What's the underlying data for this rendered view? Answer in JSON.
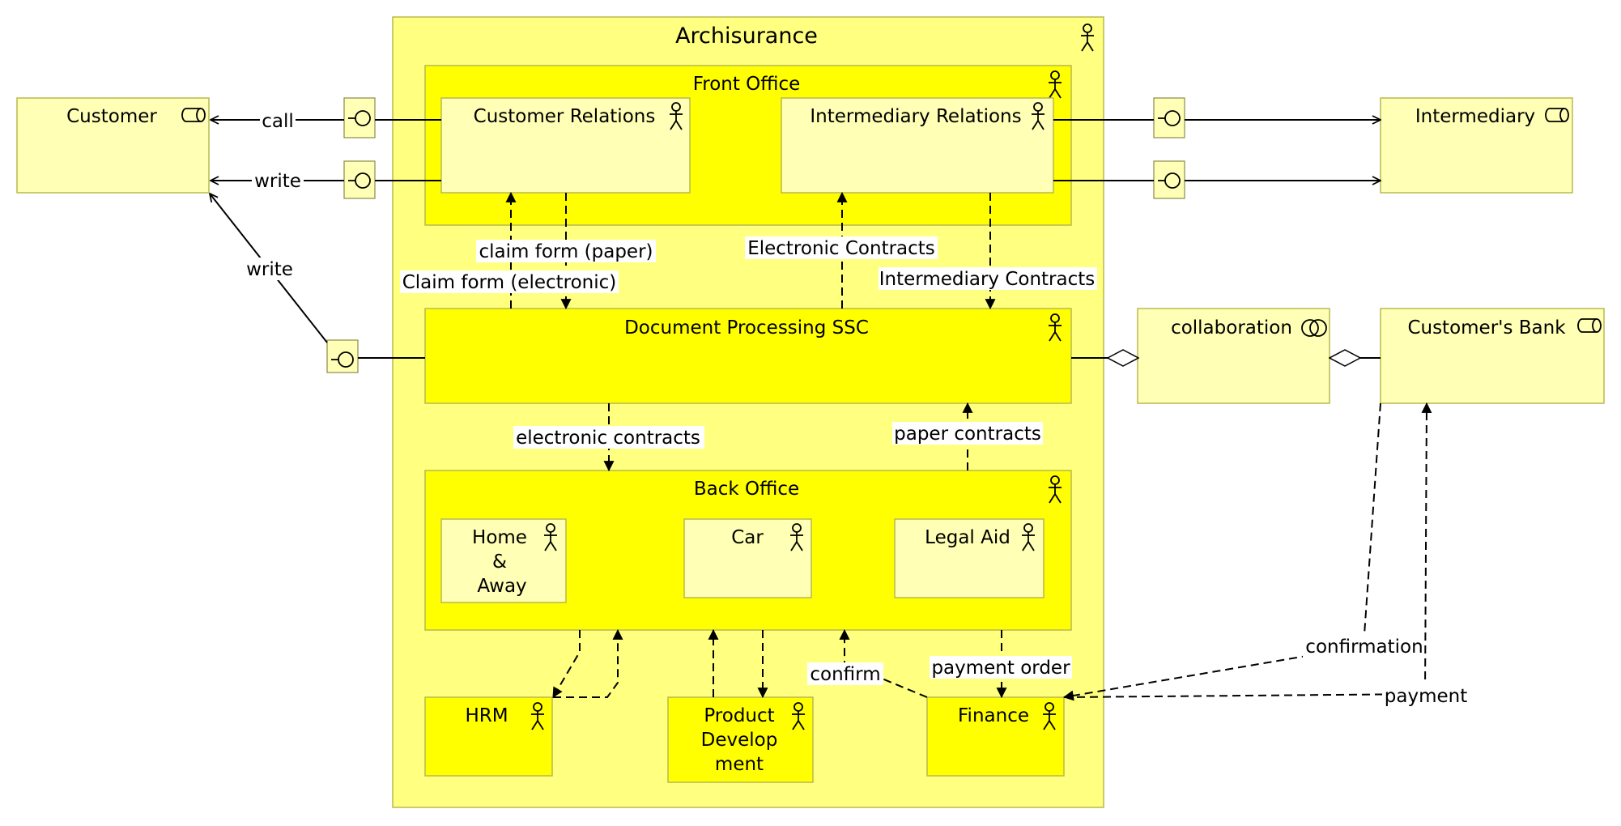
{
  "diagram": {
    "container_title": "Archisurance",
    "front_office": "Front Office",
    "customer_relations": "Customer Relations",
    "intermediary_relations": "Intermediary Relations",
    "document_processing": "Document Processing SSC",
    "back_office": "Back Office",
    "home_away": [
      "Home",
      "&",
      "Away"
    ],
    "car": "Car",
    "legal_aid": "Legal Aid",
    "hrm": "HRM",
    "product_development": [
      "Product",
      "Develop",
      "ment"
    ],
    "finance": "Finance",
    "customer": "Customer",
    "intermediary": "Intermediary",
    "collaboration": "collaboration",
    "customers_bank": "Customer's Bank"
  },
  "edges": {
    "call": "call",
    "write_1": "write",
    "write_2": "write",
    "claim_form_paper": "claim form (paper)",
    "claim_form_electronic": "Claim form (electronic)",
    "electronic_contracts_upper": "Electronic Contracts",
    "intermediary_contracts": "Intermediary Contracts",
    "electronic_contracts_lower": "electronic contracts",
    "paper_contracts": "paper contracts",
    "confirm": "confirm",
    "payment_order": "payment order",
    "confirmation": "confirmation",
    "payment": "payment"
  },
  "colors": {
    "outer_fill": "#ffff80",
    "dark_fill": "#ffff00",
    "light_fill": "#ffffb5",
    "border": "#b9b94f"
  },
  "icons": {
    "actor": "actor-icon",
    "role": "role-icon",
    "interface": "interface-icon",
    "collaboration": "collaboration-icon"
  }
}
